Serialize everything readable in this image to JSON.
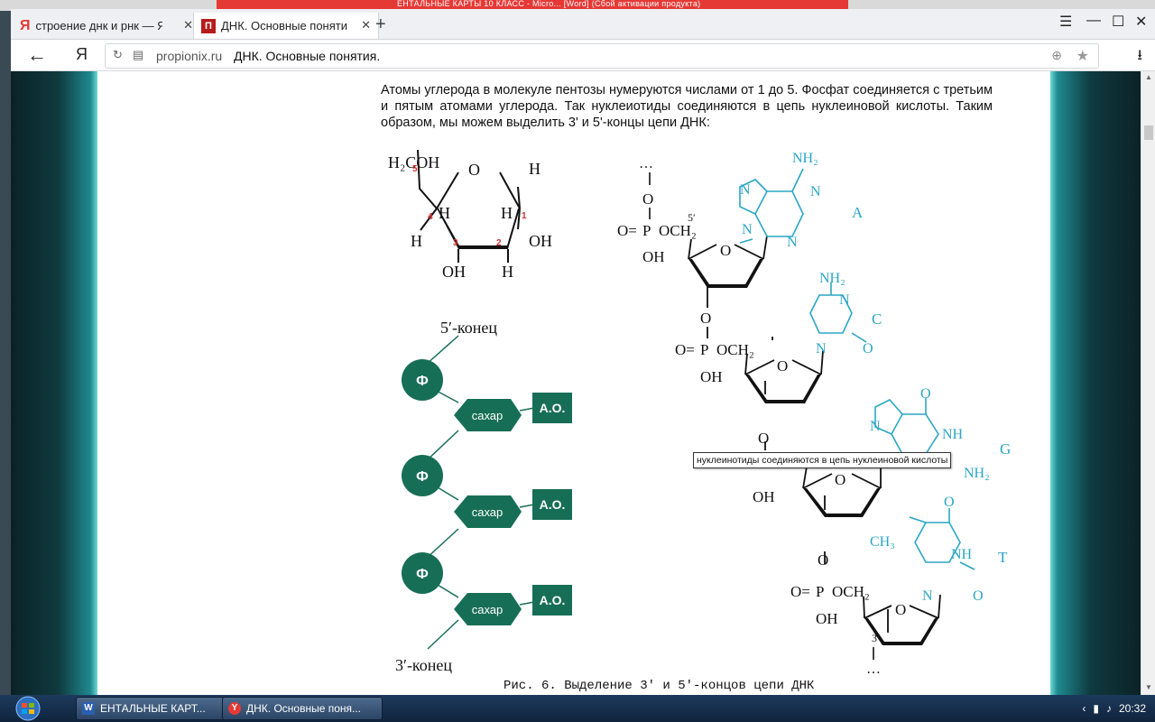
{
  "window": {
    "top_strip_text": "ЕНТАЛЬНЫЕ КАРТЫ 10 КЛАСС - Micro... [Word] (Сбой активации продукта)"
  },
  "tabs": [
    {
      "label": "строение днк и рнк — Яндек"
    },
    {
      "label": "ДНК. Основные понятия"
    }
  ],
  "address": {
    "host": "propionix.ru",
    "title": "ДНК. Основные понятия."
  },
  "page": {
    "paragraph": "Атомы углерода в молекуле пентозы нумеруются числами от 1 до 5. Фосфат соединяется с третьим и пятым атомами углерода. Так нуклеиотиды соединяются в цепь нуклеиновой кислоты. Таким образом, мы можем выделить 3' и 5'-концы цепи ДНК:",
    "caption": "Рис. 6. Выделение 3′ и 5′-концов цепи ДНК",
    "tooltip": "нуклеинотиды соединяются в цепь нуклеиновой кислоты"
  },
  "figure": {
    "pentose": {
      "h2coh": "H₂COH",
      "o": "O",
      "h": "H",
      "oh": "OH",
      "n5": "5",
      "n4": "4",
      "n3": "3",
      "n2": "2",
      "n1": "1"
    },
    "schematic": {
      "end5": "5′-конец",
      "end3": "3′-конец",
      "phosphate": "Ф",
      "sugar": "сахар",
      "base": "А.О."
    },
    "chain": {
      "dots": "…",
      "o": "O",
      "p": "P",
      "och2": "OCH₂",
      "oh": "OH",
      "p_double": "O=",
      "label5": "5′",
      "label3": "3′",
      "nh2": "NH₂",
      "nh": "NH",
      "n": "N",
      "ch3": "CH₃",
      "bases": [
        "A",
        "C",
        "G",
        "T"
      ]
    },
    "colors": {
      "green": "#176e56",
      "cyan": "#2aa6c4",
      "red": "#d32f2f"
    }
  },
  "taskbar": {
    "items": [
      {
        "label": "ЕНТАЛЬНЫЕ КАРТ..."
      },
      {
        "label": "ДНК. Основные поня..."
      }
    ],
    "clock": "20:32"
  }
}
